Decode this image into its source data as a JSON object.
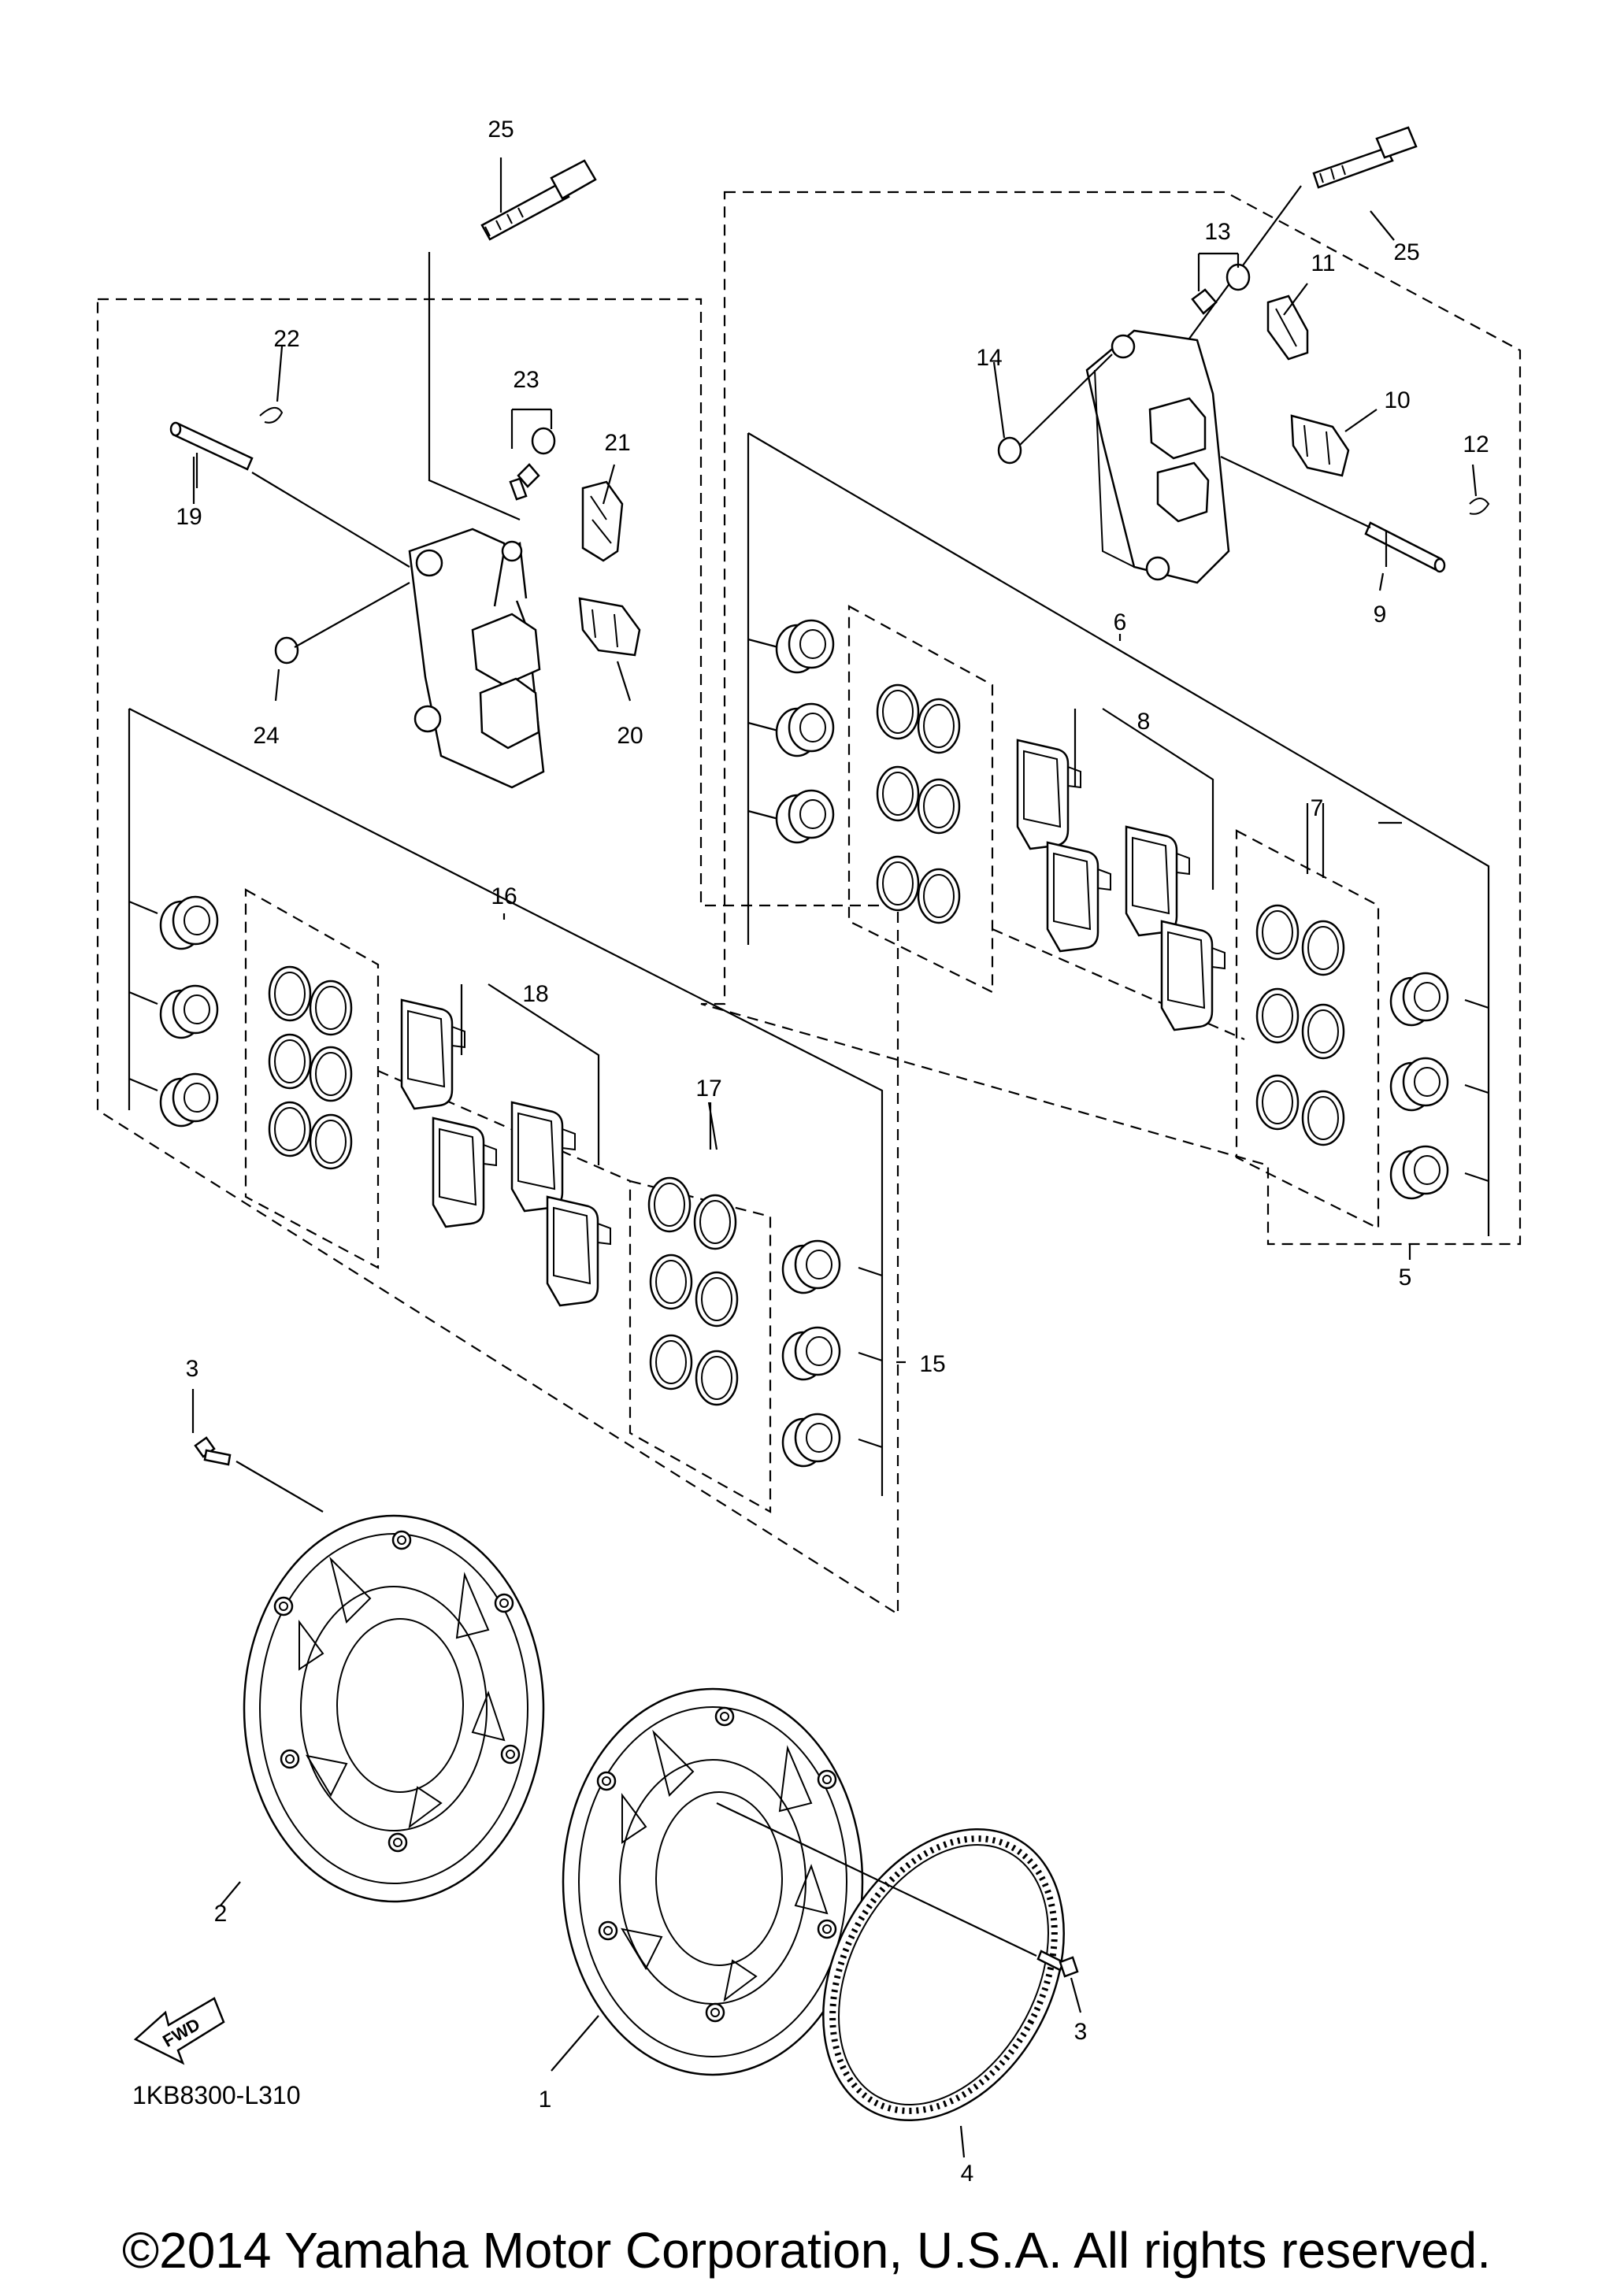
{
  "diagram": {
    "callouts": [
      {
        "id": "c1",
        "text": "1"
      },
      {
        "id": "c2",
        "text": "2"
      },
      {
        "id": "c3a",
        "text": "3"
      },
      {
        "id": "c3b",
        "text": "3"
      },
      {
        "id": "c4",
        "text": "4"
      },
      {
        "id": "c5",
        "text": "5"
      },
      {
        "id": "c6",
        "text": "6"
      },
      {
        "id": "c7",
        "text": "7"
      },
      {
        "id": "c8",
        "text": "8"
      },
      {
        "id": "c9",
        "text": "9"
      },
      {
        "id": "c10",
        "text": "10"
      },
      {
        "id": "c11",
        "text": "11"
      },
      {
        "id": "c12",
        "text": "12"
      },
      {
        "id": "c13",
        "text": "13"
      },
      {
        "id": "c14",
        "text": "14"
      },
      {
        "id": "c15",
        "text": "15"
      },
      {
        "id": "c16",
        "text": "16"
      },
      {
        "id": "c17",
        "text": "17"
      },
      {
        "id": "c18",
        "text": "18"
      },
      {
        "id": "c19",
        "text": "19"
      },
      {
        "id": "c20",
        "text": "20"
      },
      {
        "id": "c21",
        "text": "21"
      },
      {
        "id": "c22",
        "text": "22"
      },
      {
        "id": "c23",
        "text": "23"
      },
      {
        "id": "c24",
        "text": "24"
      },
      {
        "id": "c25a",
        "text": "25"
      },
      {
        "id": "c25b",
        "text": "25"
      }
    ],
    "fwd_label": "FWD",
    "diagram_code": "1KB8300-L310"
  },
  "footer": {
    "copyright": "©2014 Yamaha Motor Corporation, U.S.A. All rights reserved."
  }
}
